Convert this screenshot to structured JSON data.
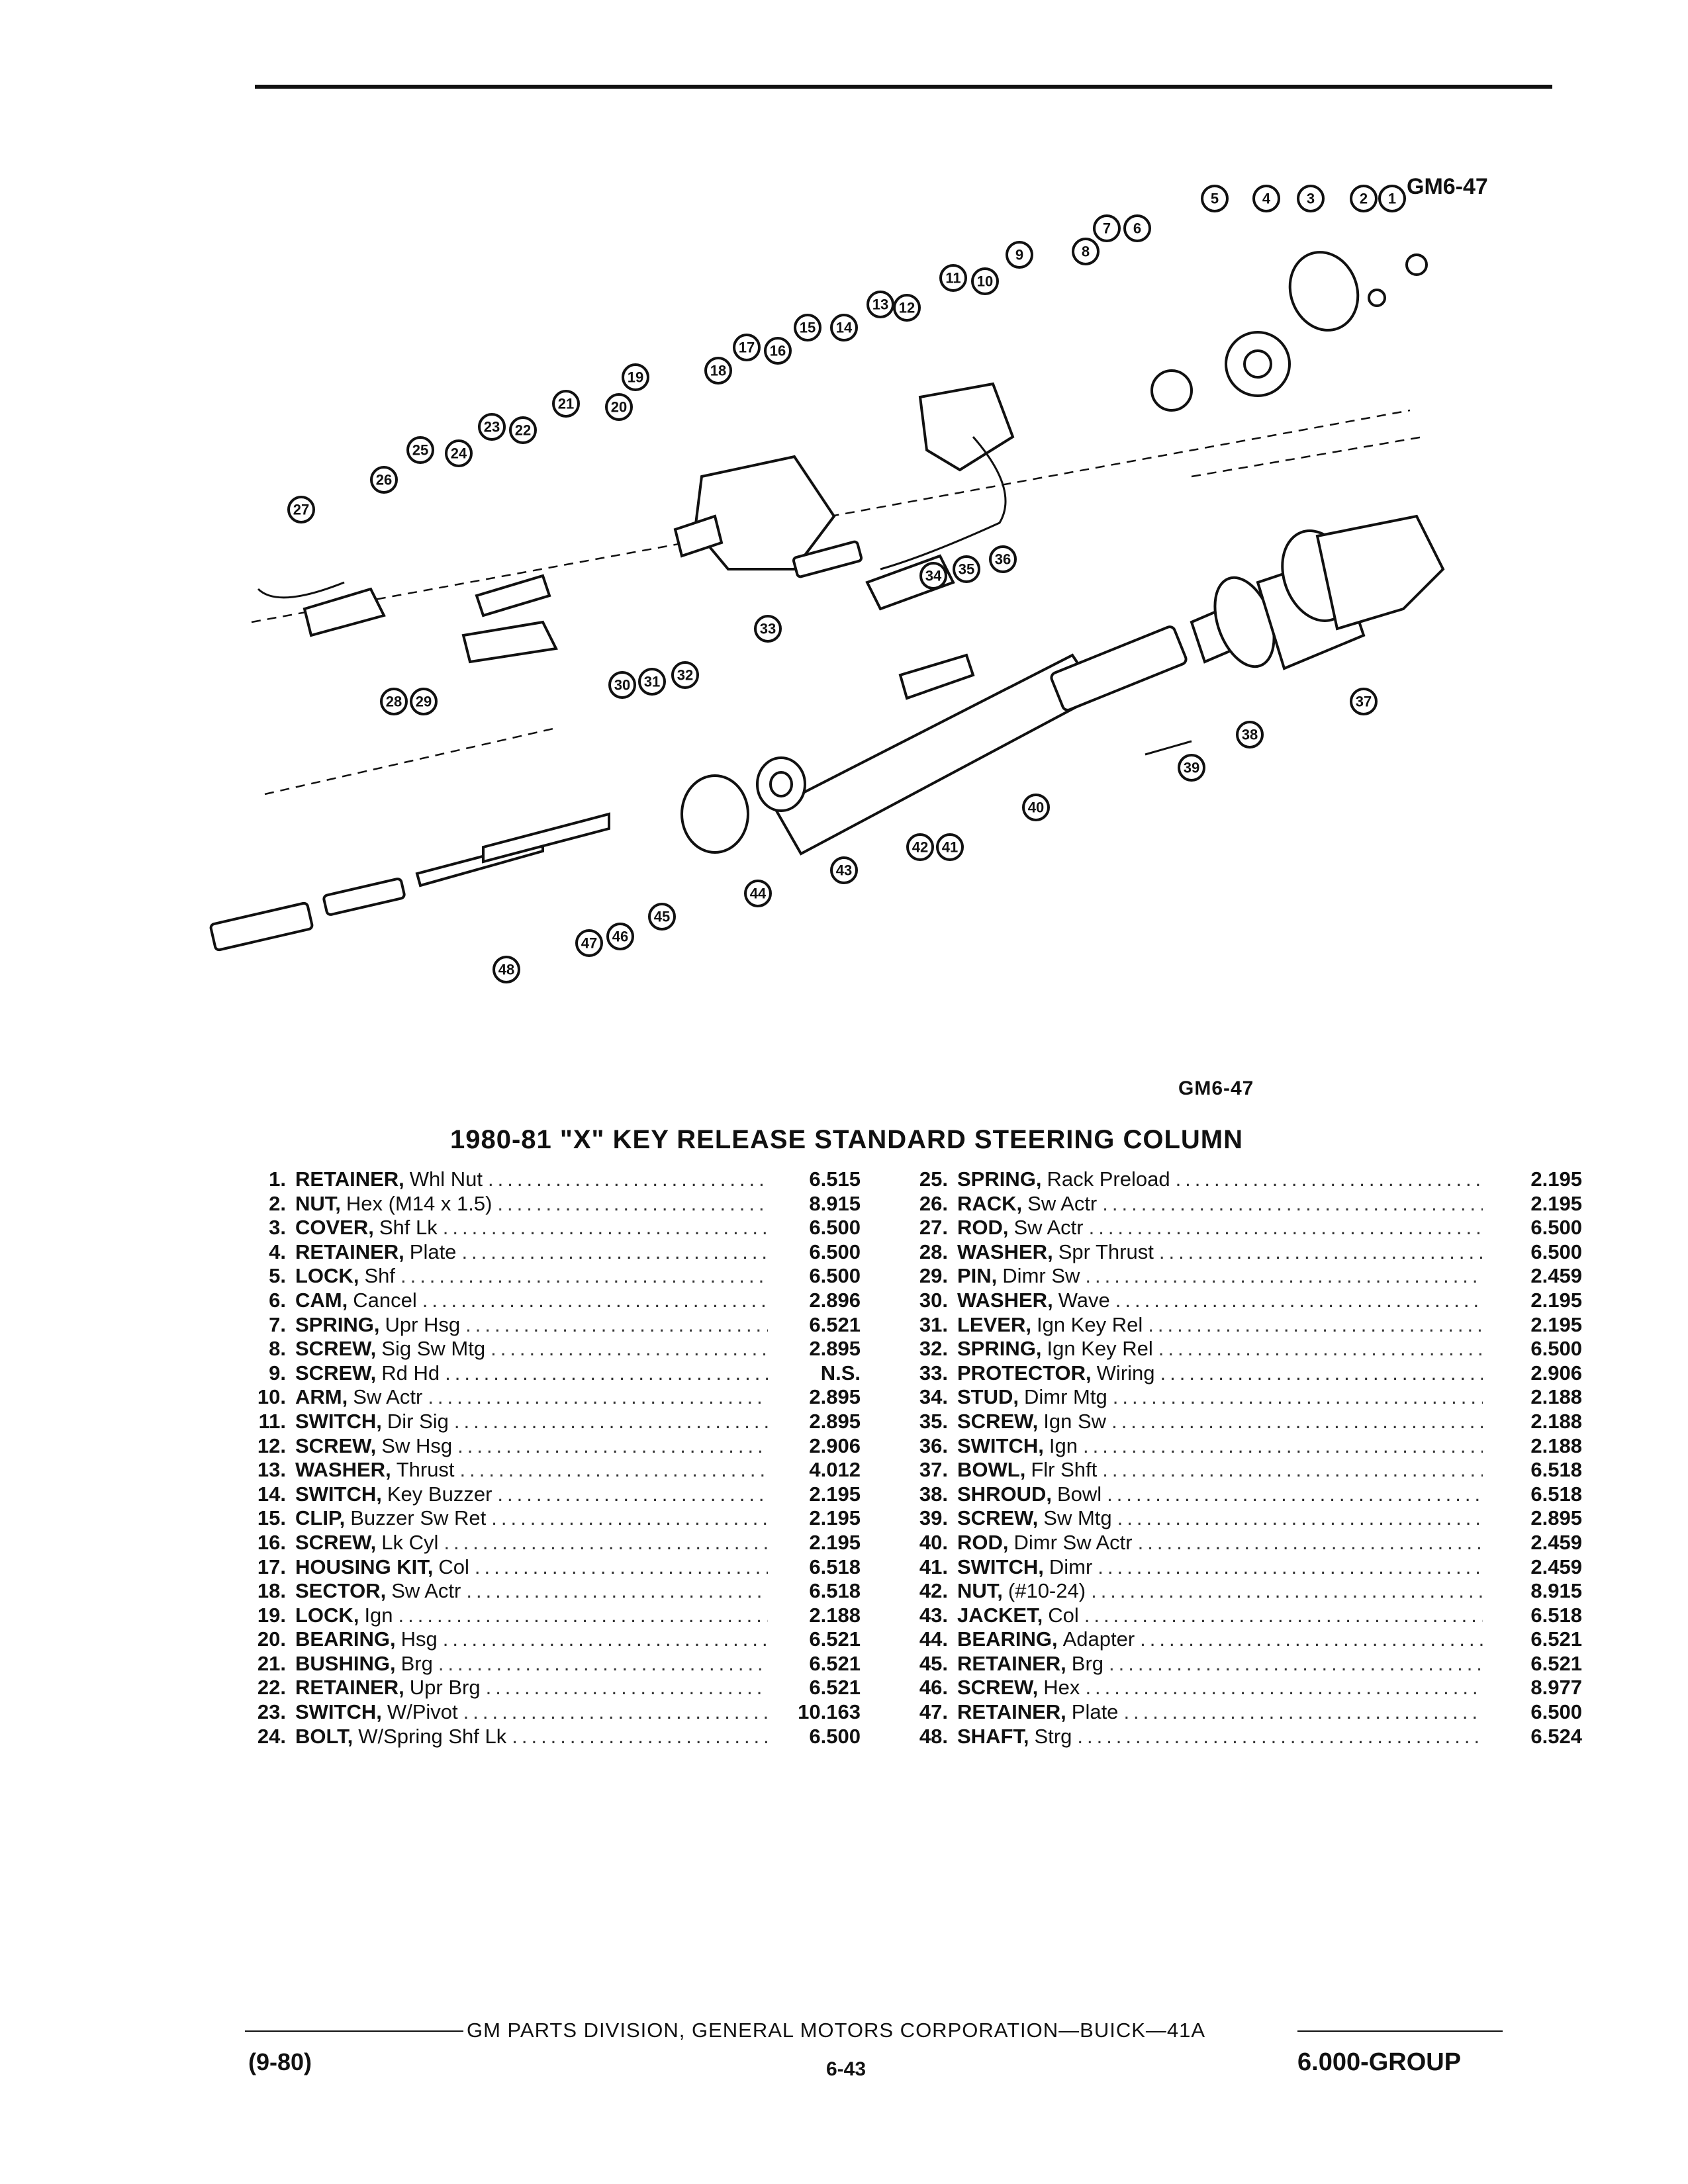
{
  "figure_code_top": "GM6-47",
  "figure_code_bottom": "GM6-47",
  "title": "1980-81 \"X\" KEY RELEASE STANDARD STEERING COLUMN",
  "callouts": [
    "1",
    "2",
    "3",
    "4",
    "5",
    "6",
    "7",
    "8",
    "9",
    "10",
    "11",
    "12",
    "13",
    "14",
    "15",
    "16",
    "17",
    "18",
    "19",
    "20",
    "21",
    "22",
    "23",
    "24",
    "25",
    "26",
    "27",
    "28",
    "29",
    "30",
    "31",
    "32",
    "33",
    "34",
    "35",
    "36",
    "37",
    "38",
    "39",
    "40",
    "41",
    "42",
    "43",
    "44",
    "45",
    "46",
    "47",
    "48"
  ],
  "parts_left": [
    {
      "num": "1.",
      "name": "RETAINER,",
      "desc": "Whl Nut",
      "group": "6.515"
    },
    {
      "num": "2.",
      "name": "NUT,",
      "desc": "Hex (M14 x 1.5)",
      "group": "8.915"
    },
    {
      "num": "3.",
      "name": "COVER,",
      "desc": "Shf Lk",
      "group": "6.500"
    },
    {
      "num": "4.",
      "name": "RETAINER,",
      "desc": "Plate",
      "group": "6.500"
    },
    {
      "num": "5.",
      "name": "LOCK,",
      "desc": "Shf",
      "group": "6.500"
    },
    {
      "num": "6.",
      "name": "CAM,",
      "desc": "Cancel",
      "group": "2.896"
    },
    {
      "num": "7.",
      "name": "SPRING,",
      "desc": "Upr Hsg",
      "group": "6.521"
    },
    {
      "num": "8.",
      "name": "SCREW,",
      "desc": "Sig Sw Mtg",
      "group": "2.895"
    },
    {
      "num": "9.",
      "name": "SCREW,",
      "desc": "Rd Hd",
      "group": "N.S."
    },
    {
      "num": "10.",
      "name": "ARM,",
      "desc": "Sw Actr",
      "group": "2.895"
    },
    {
      "num": "11.",
      "name": "SWITCH,",
      "desc": "Dir Sig",
      "group": "2.895"
    },
    {
      "num": "12.",
      "name": "SCREW,",
      "desc": "Sw Hsg",
      "group": "2.906"
    },
    {
      "num": "13.",
      "name": "WASHER,",
      "desc": "Thrust",
      "group": "4.012"
    },
    {
      "num": "14.",
      "name": "SWITCH,",
      "desc": "Key Buzzer",
      "group": "2.195"
    },
    {
      "num": "15.",
      "name": "CLIP,",
      "desc": "Buzzer Sw Ret",
      "group": "2.195"
    },
    {
      "num": "16.",
      "name": "SCREW,",
      "desc": "Lk Cyl",
      "group": "2.195"
    },
    {
      "num": "17.",
      "name": "HOUSING KIT,",
      "desc": "Col",
      "group": "6.518"
    },
    {
      "num": "18.",
      "name": "SECTOR,",
      "desc": "Sw Actr",
      "group": "6.518"
    },
    {
      "num": "19.",
      "name": "LOCK,",
      "desc": "Ign",
      "group": "2.188"
    },
    {
      "num": "20.",
      "name": "BEARING,",
      "desc": "Hsg",
      "group": "6.521"
    },
    {
      "num": "21.",
      "name": "BUSHING,",
      "desc": "Brg",
      "group": "6.521"
    },
    {
      "num": "22.",
      "name": "RETAINER,",
      "desc": "Upr Brg",
      "group": "6.521"
    },
    {
      "num": "23.",
      "name": "SWITCH,",
      "desc": "W/Pivot",
      "group": "10.163"
    },
    {
      "num": "24.",
      "name": "BOLT,",
      "desc": "W/Spring Shf Lk",
      "group": "6.500"
    }
  ],
  "parts_right": [
    {
      "num": "25.",
      "name": "SPRING,",
      "desc": "Rack Preload",
      "group": "2.195"
    },
    {
      "num": "26.",
      "name": "RACK,",
      "desc": "Sw Actr",
      "group": "2.195"
    },
    {
      "num": "27.",
      "name": "ROD,",
      "desc": "Sw Actr",
      "group": "6.500"
    },
    {
      "num": "28.",
      "name": "WASHER,",
      "desc": "Spr Thrust",
      "group": "6.500"
    },
    {
      "num": "29.",
      "name": "PIN,",
      "desc": "Dimr Sw",
      "group": "2.459"
    },
    {
      "num": "30.",
      "name": "WASHER,",
      "desc": "Wave",
      "group": "2.195"
    },
    {
      "num": "31.",
      "name": "LEVER,",
      "desc": "Ign Key Rel",
      "group": "2.195"
    },
    {
      "num": "32.",
      "name": "SPRING,",
      "desc": "Ign Key Rel",
      "group": "6.500"
    },
    {
      "num": "33.",
      "name": "PROTECTOR,",
      "desc": "Wiring",
      "group": "2.906"
    },
    {
      "num": "34.",
      "name": "STUD,",
      "desc": "Dimr Mtg",
      "group": "2.188"
    },
    {
      "num": "35.",
      "name": "SCREW,",
      "desc": "Ign Sw",
      "group": "2.188"
    },
    {
      "num": "36.",
      "name": "SWITCH,",
      "desc": "Ign",
      "group": "2.188"
    },
    {
      "num": "37.",
      "name": "BOWL,",
      "desc": "Flr Shft",
      "group": "6.518"
    },
    {
      "num": "38.",
      "name": "SHROUD,",
      "desc": "Bowl",
      "group": "6.518"
    },
    {
      "num": "39.",
      "name": "SCREW,",
      "desc": "Sw Mtg",
      "group": "2.895"
    },
    {
      "num": "40.",
      "name": "ROD,",
      "desc": "Dimr Sw Actr",
      "group": "2.459"
    },
    {
      "num": "41.",
      "name": "SWITCH,",
      "desc": "Dimr",
      "group": "2.459"
    },
    {
      "num": "42.",
      "name": "NUT,",
      "desc": "(#10-24)",
      "group": "8.915"
    },
    {
      "num": "43.",
      "name": "JACKET,",
      "desc": "Col",
      "group": "6.518"
    },
    {
      "num": "44.",
      "name": "BEARING,",
      "desc": "Adapter",
      "group": "6.521"
    },
    {
      "num": "45.",
      "name": "RETAINER,",
      "desc": "Brg",
      "group": "6.521"
    },
    {
      "num": "46.",
      "name": "SCREW,",
      "desc": "Hex",
      "group": "8.977"
    },
    {
      "num": "47.",
      "name": "RETAINER,",
      "desc": "Plate",
      "group": "6.500"
    },
    {
      "num": "48.",
      "name": "SHAFT,",
      "desc": "Strg",
      "group": "6.524"
    }
  ],
  "footer": {
    "credit": "GM PARTS DIVISION, GENERAL MOTORS CORPORATION—BUICK—41A",
    "date": "(9-80)",
    "page": "6-43",
    "group": "6.000-GROUP"
  }
}
